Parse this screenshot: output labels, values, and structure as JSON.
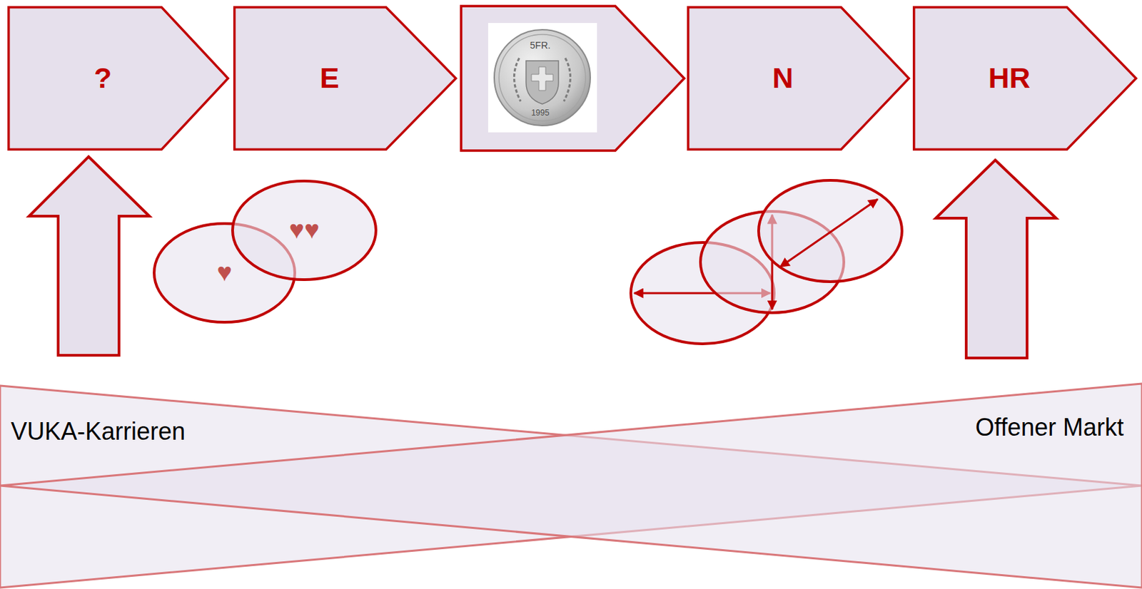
{
  "diagram": {
    "nodes": [
      {
        "text": [
          "?"
        ]
      },
      {
        "text": [
          "E"
        ]
      },
      {
        "text": [
          "N"
        ]
      },
      {
        "text": [
          "HR"
        ]
      },
      {
        "text": [
          "♥"
        ]
      },
      {
        "text": [
          "♥♥"
        ]
      }
    ],
    "labels": [
      "5FR.",
      "1995",
      "VUKA-Karrieren",
      "Offener Markt"
    ]
  }
}
